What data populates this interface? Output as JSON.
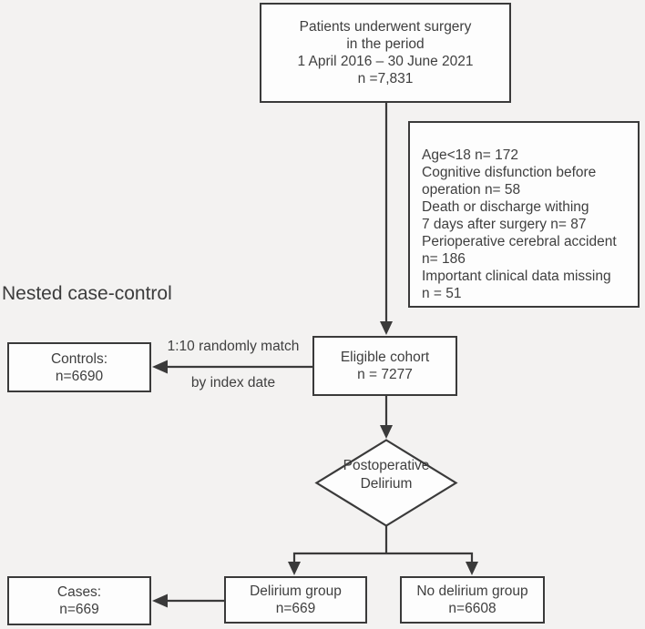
{
  "colors": {
    "background": "#f3f2f1",
    "node_fill": "#fdfdfd",
    "line_and_border": "#3a3a3a",
    "text": "#3f3f3f"
  },
  "section_label": "Nested case-control",
  "nodes": {
    "surgery": {
      "lines": [
        "Patients underwent surgery",
        "in the period",
        "1 April 2016 – 30 June 2021",
        "n =7,831"
      ]
    },
    "exclusions": {
      "lines": [
        "Age<18 n= 172",
        "Cognitive disfunction before",
        "operation n= 58",
        "Death or discharge withing",
        "7 days after surgery n= 87",
        "Perioperative cerebral accident",
        "n= 186",
        "Important clinical data missing",
        "n = 51"
      ]
    },
    "controls": {
      "line1": "Controls:",
      "line2": "n=6690"
    },
    "eligible": {
      "line1": "Eligible cohort",
      "line2": "n = 7277"
    },
    "decision": {
      "line1": "Postoperative",
      "line2": "Delirium"
    },
    "delirium_group": {
      "line1": "Delirium group",
      "line2": "n=669"
    },
    "no_delirium_group": {
      "line1": "No delirium group",
      "line2": "n=6608"
    },
    "cases": {
      "line1": "Cases:",
      "line2": "n=669"
    }
  },
  "edge_labels": {
    "match_top": "1:10 randomly match",
    "match_bottom": "by index date"
  }
}
